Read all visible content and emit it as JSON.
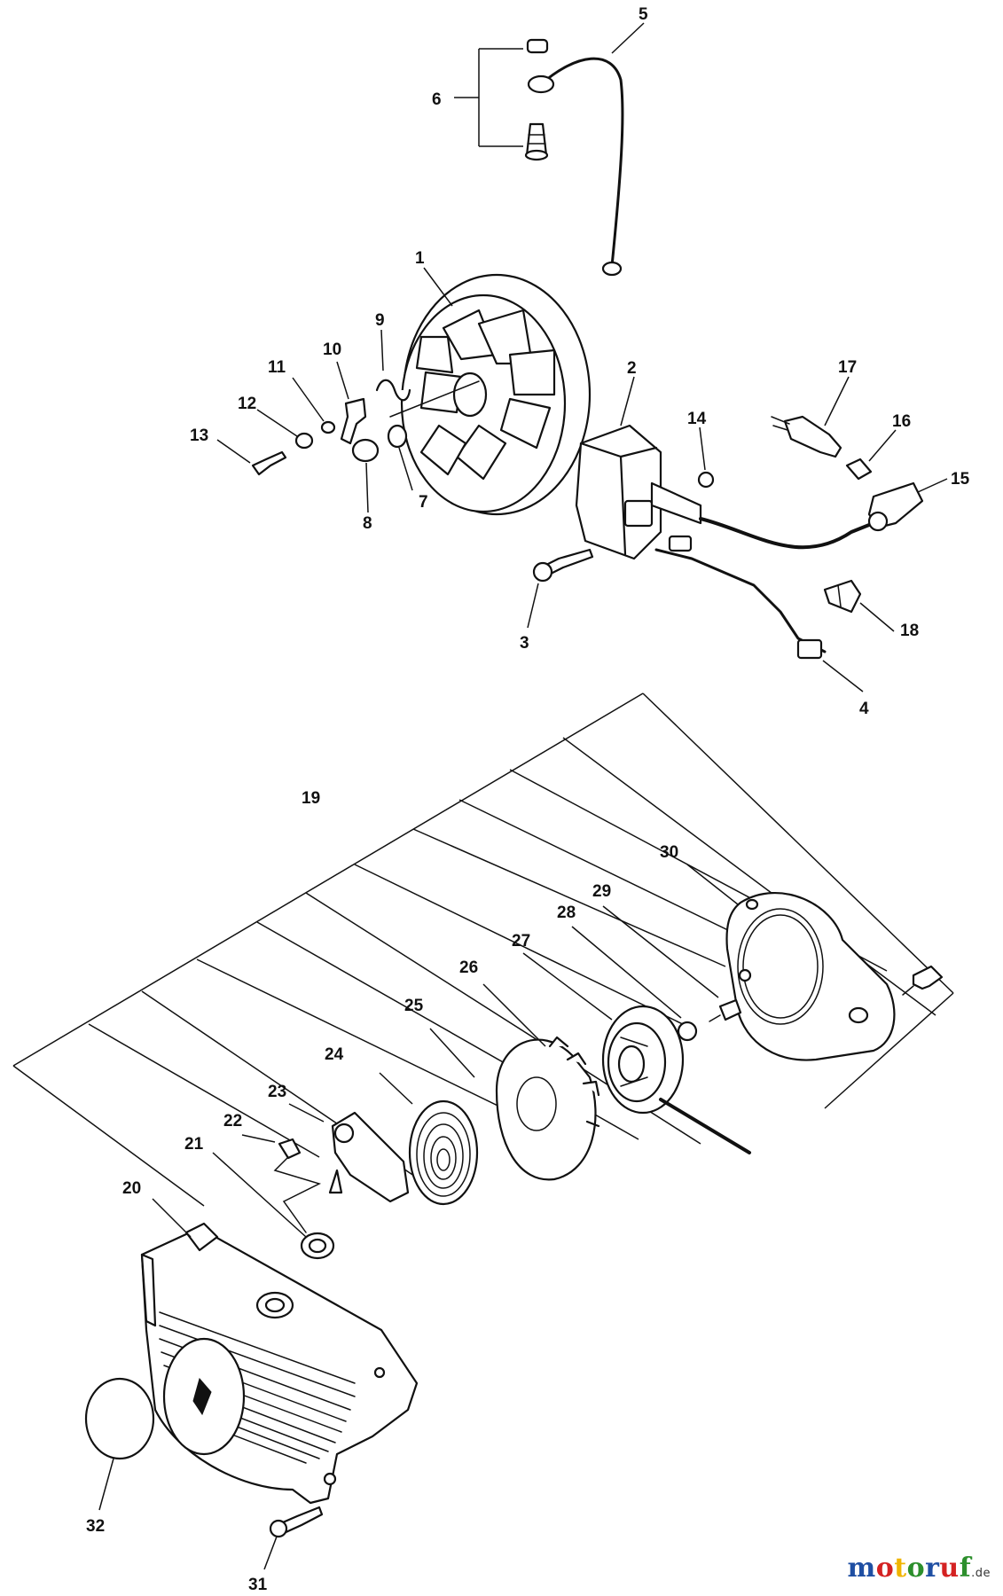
{
  "diagram": {
    "callouts": [
      "1",
      "2",
      "3",
      "4",
      "5",
      "6",
      "7",
      "8",
      "9",
      "10",
      "11",
      "12",
      "13",
      "14",
      "15",
      "16",
      "17",
      "18",
      "19",
      "20",
      "21",
      "22",
      "23",
      "24",
      "25",
      "26",
      "27",
      "28",
      "29",
      "30",
      "31",
      "32"
    ]
  },
  "watermark": {
    "letters": [
      "m",
      "o",
      "t",
      "o",
      "r",
      "u",
      "f"
    ],
    "letter_colors": [
      "#1f4fa3",
      "#d42222",
      "#f0b400",
      "#2c8f2c",
      "#1f4fa3",
      "#d42222",
      "#2c8f2c"
    ],
    "suffix": ".de"
  }
}
